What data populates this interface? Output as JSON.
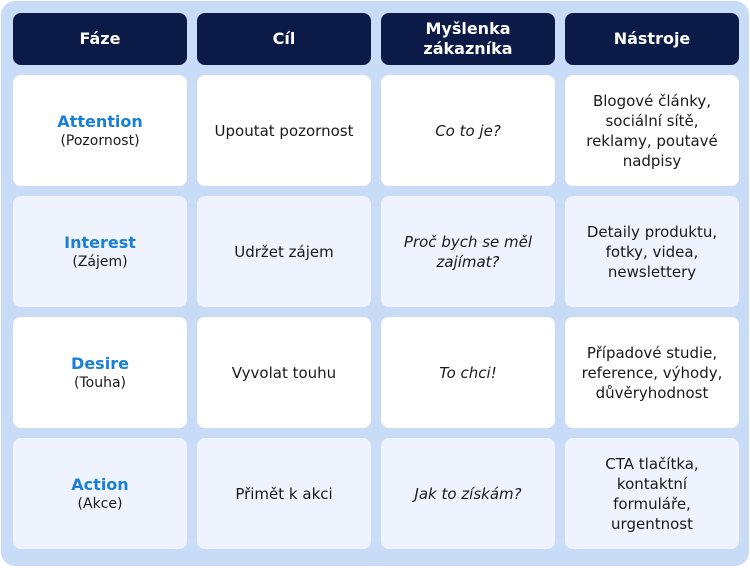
{
  "header": [
    "Fáze",
    "Cíl",
    "Myšlenka zákazníka",
    "Nástroje"
  ],
  "rows": [
    {
      "phase": "Attention",
      "phase_sub": "(Pozornost)",
      "goal": "Upoutat pozornost",
      "thought": "Co to je?",
      "tools": "Blogové články, sociální sítě, reklamy, poutavé nadpisy"
    },
    {
      "phase": "Interest",
      "phase_sub": "(Zájem)",
      "goal": "Udržet zájem",
      "thought": "Proč bych se měl zajímat?",
      "tools": "Detaily produktu, fotky, videa, newslettery"
    },
    {
      "phase": "Desire",
      "phase_sub": "(Touha)",
      "goal": "Vyvolat touhu",
      "thought": "To chci!",
      "tools": "Případové studie, reference, výhody, důvěryhodnost"
    },
    {
      "phase": "Action",
      "phase_sub": "(Akce)",
      "goal": "Přimět k akci",
      "thought": "Jak to získám?",
      "tools": "CTA tlačítka, kontaktní formuláře, urgentnost"
    }
  ],
  "colors": {
    "header_bg": "#0b1a47",
    "board_bg": "#c8dcf8",
    "phase_accent": "#1a7fd6",
    "odd_row_bg": "#ffffff",
    "even_row_bg": "#eef3fd"
  }
}
